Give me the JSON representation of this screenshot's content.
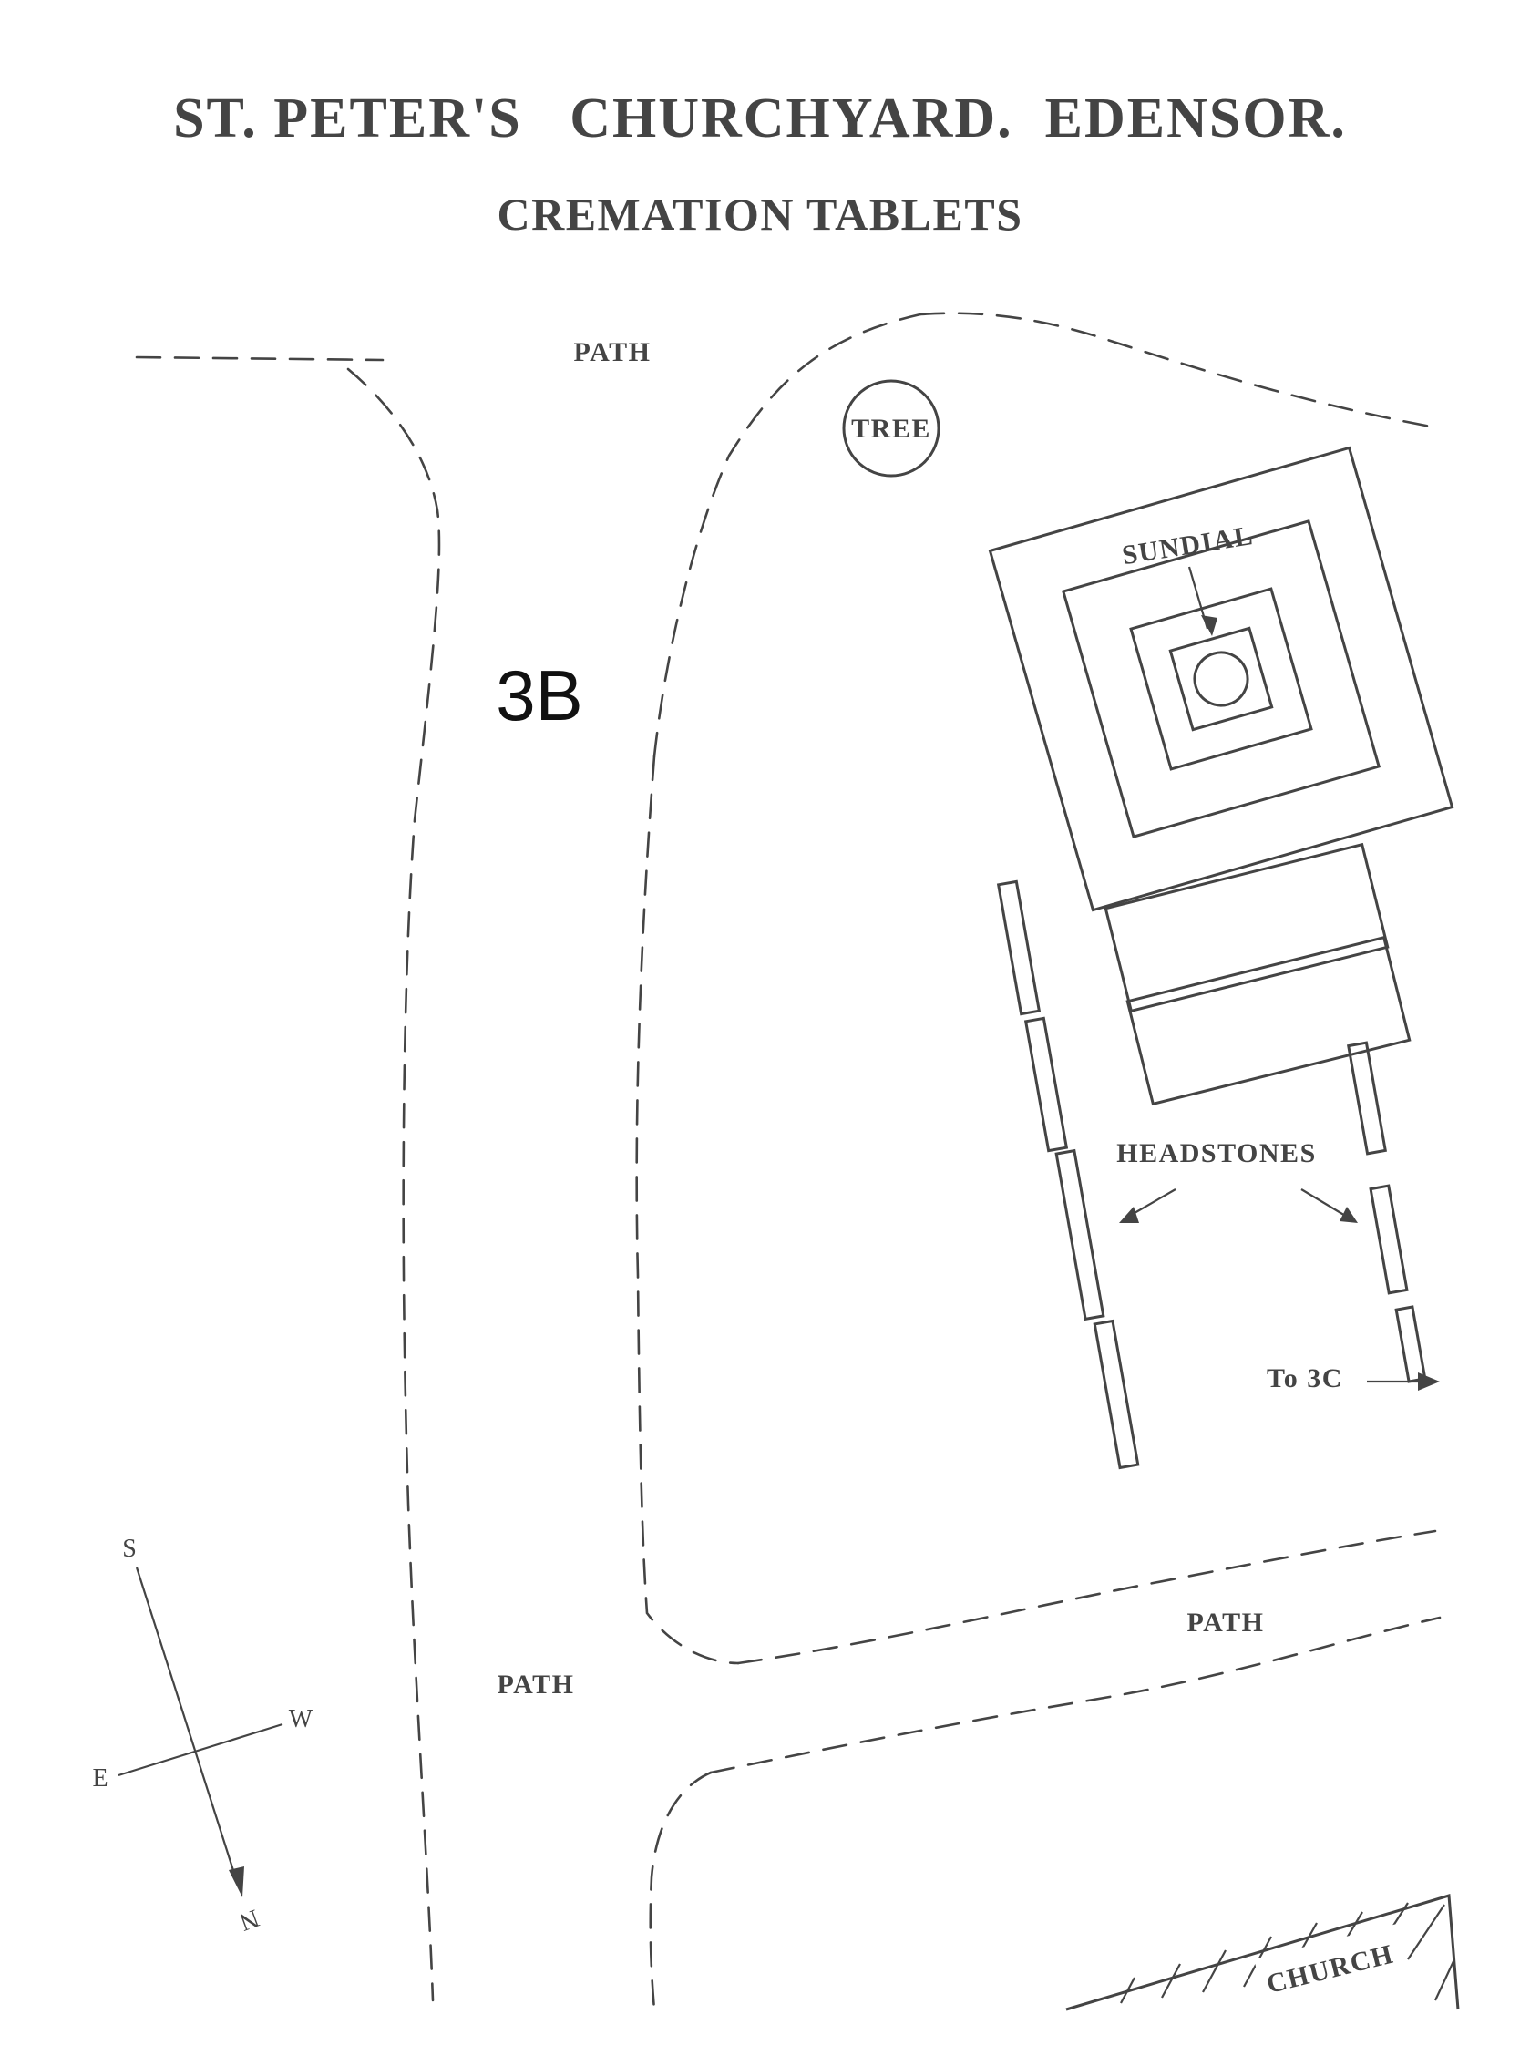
{
  "title": "ST. PETER'S   CHURCHYARD.  EDENSOR.",
  "subtitle": "CREMATION TABLETS",
  "section_label": "3B",
  "labels": {
    "path_top": "PATH",
    "path_left": "PATH",
    "path_right": "PATH",
    "tree": "TREE",
    "sundial": "SUNDIAL",
    "headstones": "HEADSTONES",
    "to_3c": "To 3C",
    "church": "CHURCH"
  },
  "compass": {
    "s": "S",
    "w": "W",
    "e": "E",
    "n": "N"
  },
  "colors": {
    "ink": "#444444",
    "paper": "#ffffff",
    "label": "#111111"
  }
}
